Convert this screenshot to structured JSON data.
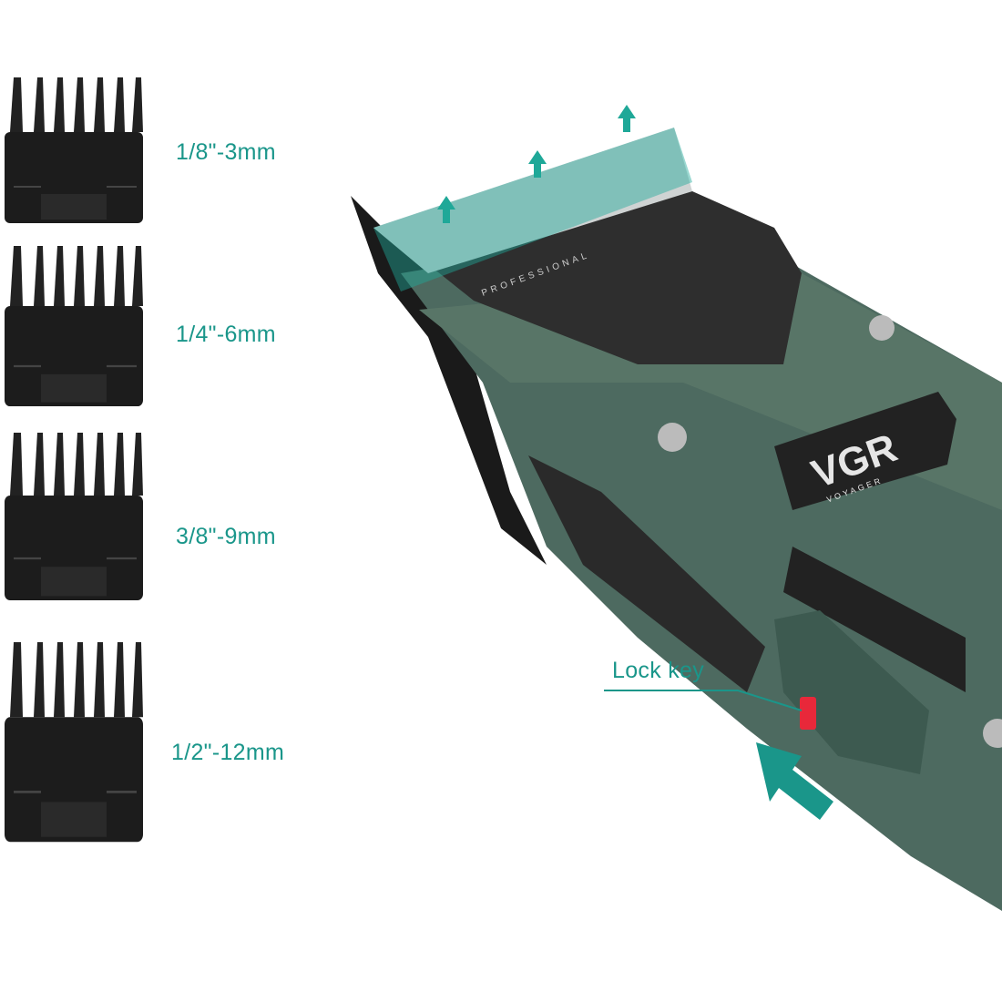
{
  "guards": [
    {
      "label": "1/8\"-3mm"
    },
    {
      "label": "1/4\"-6mm"
    },
    {
      "label": "3/8\"-9mm"
    },
    {
      "label": "1/2\"-12mm"
    }
  ],
  "clipper": {
    "brand": "VGR",
    "sub_brand": "VOYAGER",
    "blade_text": "PROFESSIONAL"
  },
  "callout": {
    "label": "Lock key"
  },
  "colors": {
    "accent": "#1a968a",
    "body": "#4d6a60",
    "lock": "#e8283a"
  }
}
